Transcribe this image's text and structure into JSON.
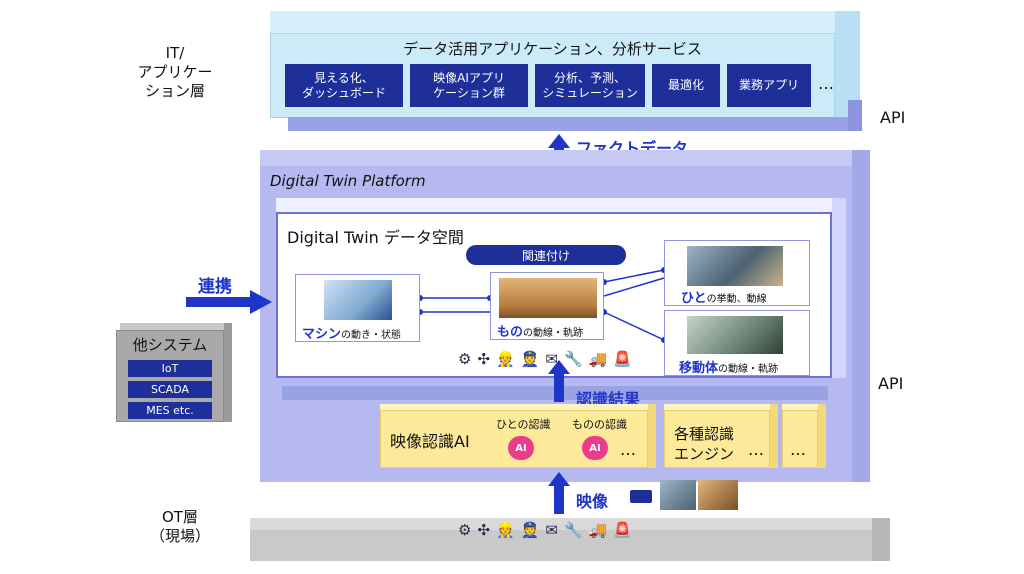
{
  "layers": {
    "it": "IT/\nアプリケー\nション層",
    "ot": "OT層\n（現場）"
  },
  "it_layer": {
    "title": "データ活用アプリケーション、分析サービス",
    "apps": [
      "見える化、\nダッシュボード",
      "映像AIアプリ\nケーション群",
      "分析、予測、\nシミュレーション",
      "最適化",
      "業務アプリ"
    ],
    "more": "…"
  },
  "api_top": "API",
  "api_mid": "API",
  "fact_data": "ファクトデータ",
  "platform": {
    "title": "Digital Twin Platform",
    "space_title": "Digital Twin データ空間",
    "link_label": "関連付け",
    "machine": {
      "bold": "マシン",
      "rest": "の動き・状態"
    },
    "things": {
      "bold": "もの",
      "rest": "の動線・軌跡"
    },
    "people": {
      "bold": "ひと",
      "rest": "の挙動、動線"
    },
    "vehicles": {
      "bold": "移動体",
      "rest": "の動線・軌跡"
    },
    "icon_names": [
      "robot-arm-icon",
      "drone-icon",
      "worker-icon",
      "guard-icon",
      "box-icon",
      "tool-icon",
      "truck-icon",
      "beacon-icon"
    ],
    "icon_glyphs": "⚙✣👷👮✉🔧🚚🚨"
  },
  "link": "連携",
  "other_systems": {
    "title": "他システム",
    "items": [
      "IoT",
      "SCADA",
      "MES  etc."
    ]
  },
  "recognition_result": "認識結果",
  "recognition": {
    "video_ai": "映像認識AI",
    "person_ai": "ひとの認識",
    "object_ai": "ものの認識",
    "ai_badge": "AI",
    "more": "…",
    "engines": "各種認識\nエンジン",
    "engines_more": "…",
    "more_box": "…"
  },
  "video": "映像",
  "floor_icon_glyphs": "⚙✣👷👮✉🔧🚚🚨"
}
